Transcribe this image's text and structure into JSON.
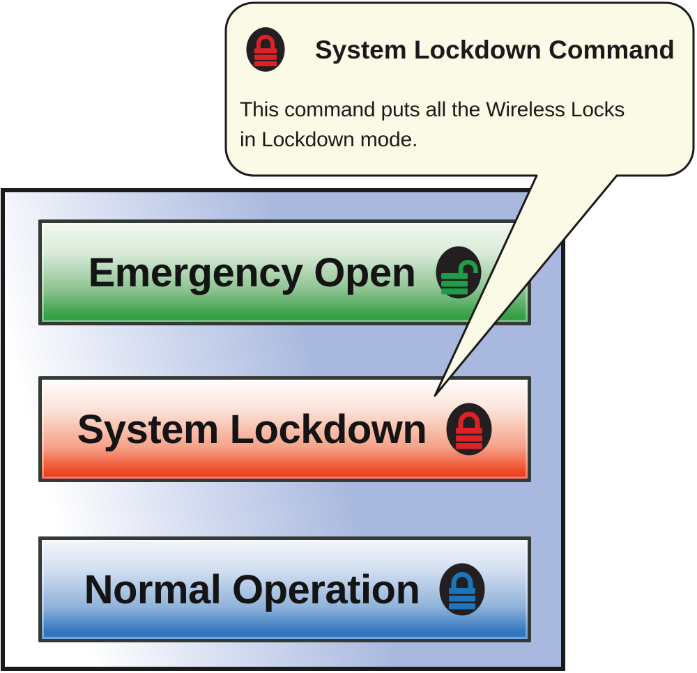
{
  "colors": {
    "outline": "#1a1a1a",
    "bubble_fill": "#fbfae6",
    "panel_blue": "#a8b8de",
    "icon_circle": "#231f20",
    "lock_red": "#dd2127",
    "lock_green": "#1e9e49",
    "lock_blue": "#1c74bb"
  },
  "callout": {
    "title": "System Lockdown Command",
    "body_line1": "This command puts all the Wireless Locks",
    "body_line2": "in Lockdown mode.",
    "icon": "lock-closed-icon"
  },
  "panel": {
    "buttons": [
      {
        "label": "Emergency Open",
        "icon": "lock-open-icon",
        "state_color": "#1e9e49"
      },
      {
        "label": "System Lockdown",
        "icon": "lock-closed-icon",
        "state_color": "#dd2127"
      },
      {
        "label": "Normal Operation",
        "icon": "lock-closed-icon",
        "state_color": "#1c74bb"
      }
    ]
  }
}
